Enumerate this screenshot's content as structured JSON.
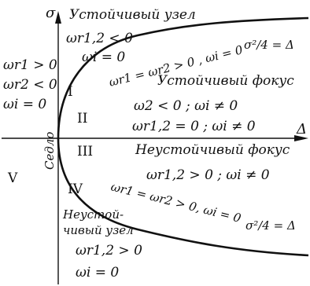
{
  "labels": {
    "sigma_axis": "σ",
    "delta_axis": "Δ",
    "stable_node": "Устойчивый узел",
    "stable_node_cond_1": "ωr1,2 < 0",
    "stable_node_cond_2": "ωi = 0",
    "upper_boundary_eq": "ωr1 = ωr2 > 0 , ωi = 0",
    "upper_parabola_formula": "σ²/4 = Δ",
    "region_I_cond_1": "ωr1 > 0",
    "region_I_cond_2": "ωr2 < 0",
    "region_I_cond_3": "ωi = 0",
    "stable_focus": "Устойчивый фокус",
    "stable_focus_cond": "ω2 < 0 ;  ωi ≠ 0",
    "center_cond": "ωr1,2 = 0 ; ωi ≠ 0",
    "saddle": "Седло",
    "unstable_focus": "Неустойчивый фокус",
    "unstable_focus_cond": "ωr1,2 > 0 ;  ωi ≠ 0",
    "lower_boundary_eq": "ωr1 = ωr2 > 0, ωi = 0",
    "lower_parabola_formula": "σ²/4 = Δ",
    "unstable_node_1": "Неустой-",
    "unstable_node_2": "чивый узел",
    "unstable_node_cond_1": "ωr1,2 > 0",
    "unstable_node_cond_2": "ωi = 0"
  },
  "regions": {
    "I": "I",
    "II": "II",
    "III": "III",
    "IV": "IV",
    "V": "V"
  },
  "colors": {
    "ink": "#111111",
    "background": "#ffffff"
  }
}
